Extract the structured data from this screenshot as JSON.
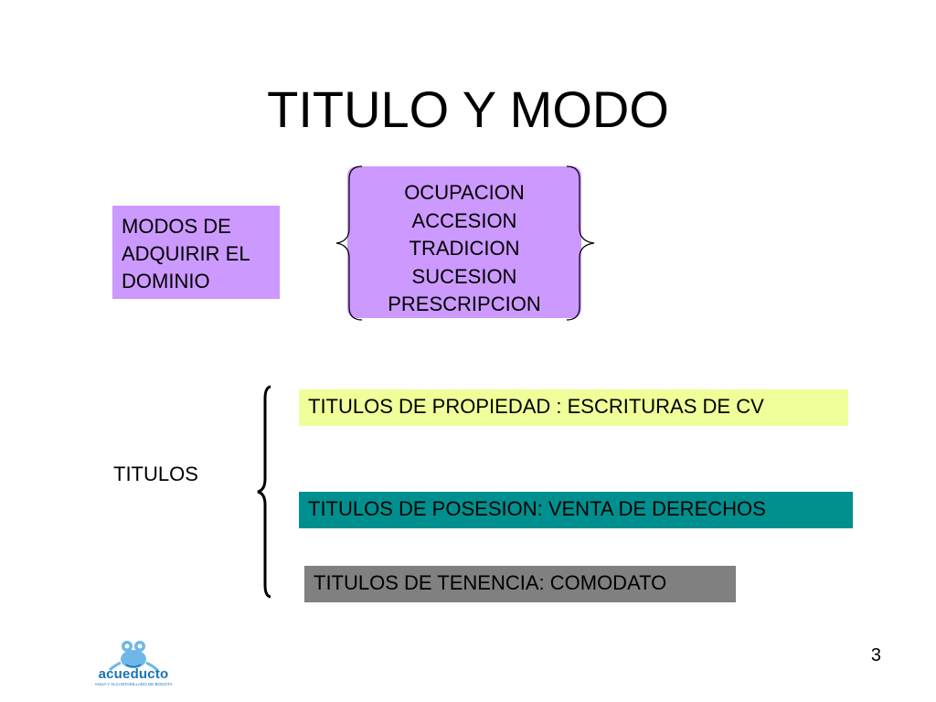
{
  "slide": {
    "title": "TITULO Y MODO",
    "page_number": "3"
  },
  "modos": {
    "lines": [
      "MODOS DE",
      "ADQUIRIR EL",
      "DOMINIO"
    ]
  },
  "modes_list": [
    "OCUPACION",
    "ACCESION",
    "TRADICION",
    "SUCESION",
    "PRESCRIPCION"
  ],
  "titulos": {
    "label": "TITULOS",
    "items": [
      {
        "text": "TITULOS DE PROPIEDAD : ESCRITURAS DE CV",
        "color": "#f0ff99"
      },
      {
        "text": "TITULOS DE POSESION: VENTA DE DERECHOS",
        "color": "#008f8f"
      },
      {
        "text": "TITULOS DE TENENCIA: COMODATO",
        "color": "#808080"
      }
    ]
  },
  "logo": {
    "name": "acueducto",
    "tagline": "AGUA Y ALCANTARILLADO DE BOGOTA",
    "icon": "frog-logo-icon"
  },
  "colors": {
    "modes_fill": "#cc99ff"
  }
}
